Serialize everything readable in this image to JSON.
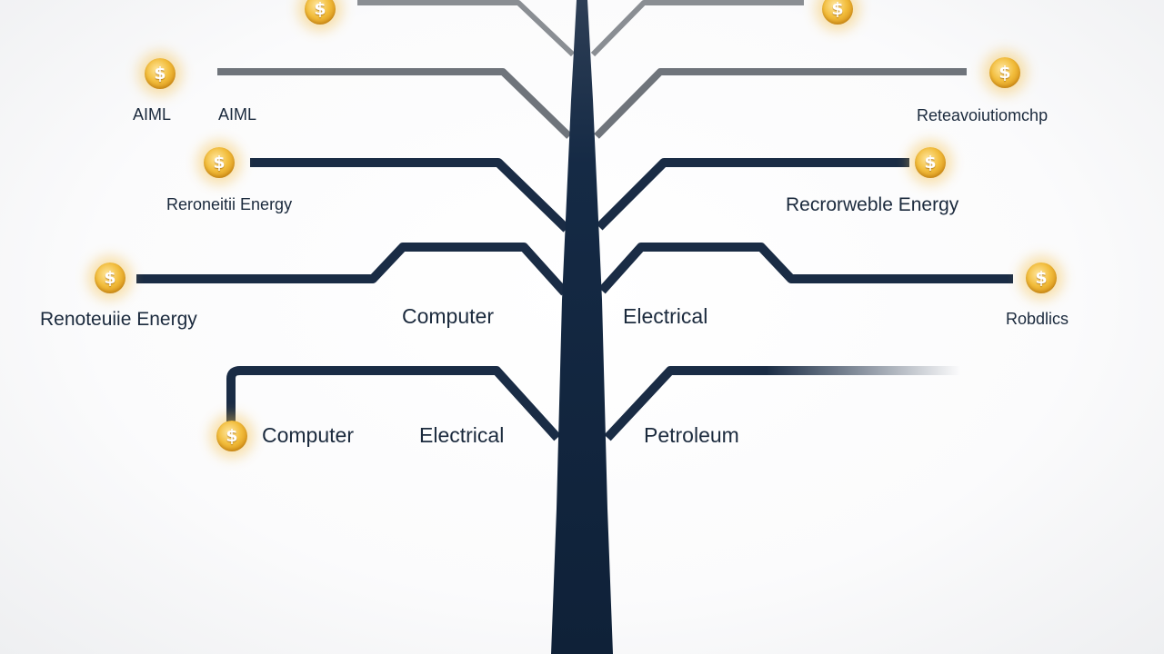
{
  "colors": {
    "trunk": "#132843",
    "branch_gray": "#6f747b",
    "branch_dark": "#1a2c45",
    "coin_gold": "#f2bd3c",
    "label_text": "#1b2a3d"
  },
  "coin_symbol": "$",
  "labels": {
    "aiml_left": "AIML",
    "aiml_right": "AIML",
    "renewable_upper_left": "Reroneitii Energy",
    "renewable_lower_left": "Renoteuiie Energy",
    "renewable_right": "Recrorweble Energy",
    "retro_right": "Reteavoiutiomchp",
    "computer_center": "Computer",
    "electrical_center": "Electrical",
    "robotics_right": "Robdlics",
    "computer_lower": "Computer",
    "electrical_lower": "Electrical",
    "petroleum_lower": "Petroleum"
  }
}
